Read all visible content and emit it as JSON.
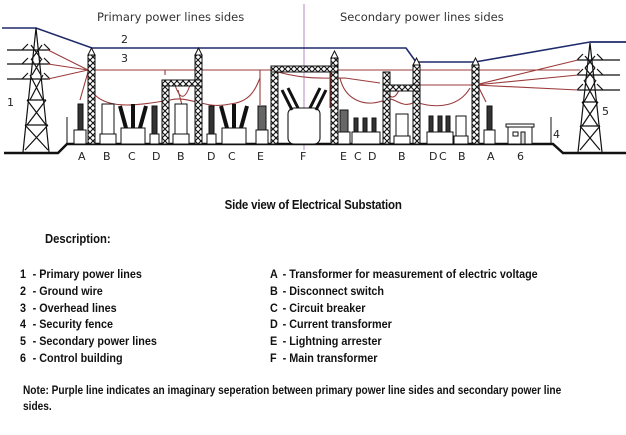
{
  "diagram": {
    "primary_side_title": "Primary power lines sides",
    "secondary_side_title": "Secondary power lines sides",
    "number_labels": [
      "1",
      "2",
      "3",
      "4",
      "5"
    ],
    "equipment_labels": [
      "A",
      "B",
      "C",
      "D",
      "B",
      "D",
      "C",
      "E",
      "F",
      "E",
      "C",
      "D",
      "B",
      "D",
      "C",
      "B",
      "A",
      "6"
    ],
    "colors": {
      "ground_wire": "#1f2a6b",
      "overhead_lines": "#9b3b3b",
      "separation_line": "#b48ac6",
      "structure": "#111111"
    }
  },
  "caption": "Side view of Electrical Substation",
  "description": {
    "title": "Description:",
    "numbered": [
      {
        "key": "1",
        "text": "- Primary power lines"
      },
      {
        "key": "2",
        "text": "- Ground wire"
      },
      {
        "key": "3",
        "text": "- Overhead lines"
      },
      {
        "key": "4",
        "text": "- Security fence"
      },
      {
        "key": "5",
        "text": "- Secondary power lines"
      },
      {
        "key": "6",
        "text": "- Control building"
      }
    ],
    "lettered": [
      {
        "key": "A",
        "text": "- Transformer for measurement of electric voltage"
      },
      {
        "key": "B",
        "text": "- Disconnect switch"
      },
      {
        "key": "C",
        "text": "- Circuit breaker"
      },
      {
        "key": "D",
        "text": "- Current transformer"
      },
      {
        "key": "E",
        "text": "- Lightning arrester"
      },
      {
        "key": "F",
        "text": "- Main transformer"
      }
    ]
  },
  "note": "Note: Purple line indicates an imaginary seperation between primary power line sides and secondary power line sides."
}
